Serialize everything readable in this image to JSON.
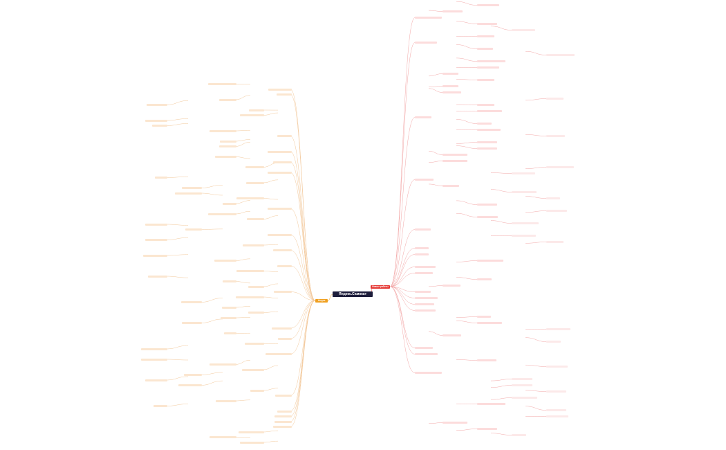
{
  "title": "Яндекс.Самокат",
  "branches": {
    "left": "Услуги",
    "right": "Новые работы"
  },
  "colors": {
    "root_bg": "#1d1d3b",
    "left_branch": "#f0a020",
    "right_branch": "#e53935",
    "left_node_bg": "#fbe6d0",
    "right_node_bg": "#fcdcdc",
    "left_link": "#f3c89a",
    "right_link": "#f3a6a6"
  }
}
